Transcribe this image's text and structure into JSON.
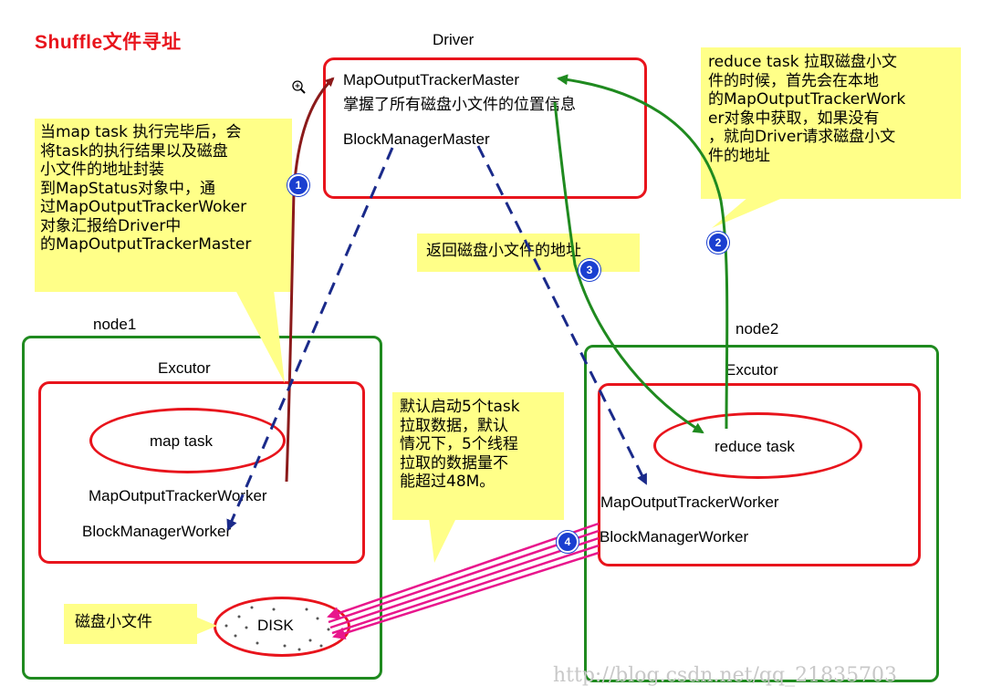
{
  "title": "Shuffle文件寻址",
  "driver": {
    "label": "Driver",
    "line1": "MapOutputTrackerMaster",
    "line2": "掌握了所有磁盘小文件的位置信息",
    "line3": "BlockManagerMaster"
  },
  "node1": {
    "label": "node1",
    "executor_label": "Excutor",
    "map_task": "map task",
    "tracker_worker": "MapOutputTrackerWorker",
    "block_worker": "BlockManagerWorker",
    "disk": "DISK"
  },
  "node2": {
    "label": "node2",
    "executor_label": "Excutor",
    "reduce_task": "reduce task",
    "tracker_worker": "MapOutputTrackerWorker",
    "block_worker": "BlockManagerWorker"
  },
  "notes": {
    "map_note": [
      "当map task 执行完毕后，会",
      "将task的执行结果以及磁盘",
      "小文件的地址封装",
      "到MapStatus对象中，通",
      "过MapOutputTrackerWoker",
      "对象汇报给Driver中",
      "的MapOutputTrackerMaster"
    ],
    "reduce_note": [
      "reduce task 拉取磁盘小文",
      "件的时候，首先会在本地",
      "的MapOutputTrackerWork",
      "er对象中获取，如果没有",
      "，就向Driver请求磁盘小文",
      "件的地址"
    ],
    "return_note": "返回磁盘小文件的地址",
    "fetch_note": [
      "默认启动5个task",
      "拉取数据，默认",
      "情况下，5个线程",
      "拉取的数据量不",
      "能超过48M。"
    ],
    "disk_note": "磁盘小文件"
  },
  "steps": [
    "1",
    "2",
    "3",
    "4"
  ],
  "watermark": "http://blog.csdn.net/qq_21835703",
  "colors": {
    "box_red": "#e8141c",
    "node_green": "#1f8a1f",
    "note_yellow": "#ffff88",
    "arrow_brown": "#8b1a1a",
    "arrow_green": "#1f8a1f",
    "arrow_navy": "#1a2a8a",
    "arrow_magenta": "#e8168c",
    "step_blue": "#1a3fd0"
  }
}
